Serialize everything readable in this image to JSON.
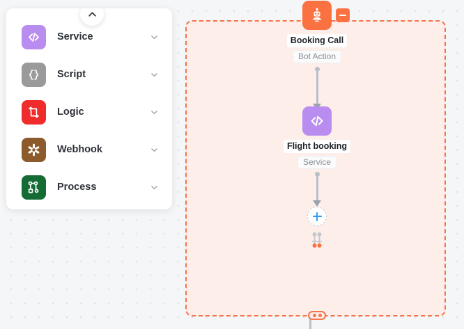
{
  "canvas": {
    "background_color": "#f5f6f8",
    "grid_dot_color": "#e2e4e8"
  },
  "panel": {
    "toggle_icon": "chevron-up-icon",
    "items": [
      {
        "label": "Service",
        "icon": "code-slash-icon",
        "icon_bg": "#b98cf0",
        "chevron": "chevron-down-icon"
      },
      {
        "label": "Script",
        "icon": "curly-braces-icon",
        "icon_bg": "#9a9a9a",
        "chevron": "chevron-down-icon"
      },
      {
        "label": "Logic",
        "icon": "loop-arrows-icon",
        "icon_bg": "#ef2b2b",
        "chevron": "chevron-down-icon"
      },
      {
        "label": "Webhook",
        "icon": "asterisk-icon",
        "icon_bg": "#8c5a2b",
        "chevron": "chevron-down-icon"
      },
      {
        "label": "Process",
        "icon": "nodes-graph-icon",
        "icon_bg": "#146b33",
        "chevron": "chevron-down-icon"
      }
    ]
  },
  "flow": {
    "region": {
      "border_color": "#f4744a",
      "fill_color": "#fdeeea"
    },
    "nodes": [
      {
        "title": "Booking Call",
        "subtitle": "Bot Action",
        "icon": "robot-icon",
        "icon_bg": "#fb7242",
        "collapse_badge": "minus-icon"
      },
      {
        "title": "Flight booking",
        "subtitle": "Service",
        "icon": "code-slash-icon",
        "icon_bg": "#b98cf0"
      }
    ],
    "add_node": {
      "icon": "plus-icon",
      "accent_color": "#2f9df4"
    },
    "branch_glyph": {
      "icon": "branch-merge-icon",
      "top_dot_color": "#c3c8cf",
      "bottom_dot_color": "#fb7242"
    },
    "boundary_chip": {
      "icon": "dual-port-chip-icon",
      "color": "#f4744a"
    }
  }
}
